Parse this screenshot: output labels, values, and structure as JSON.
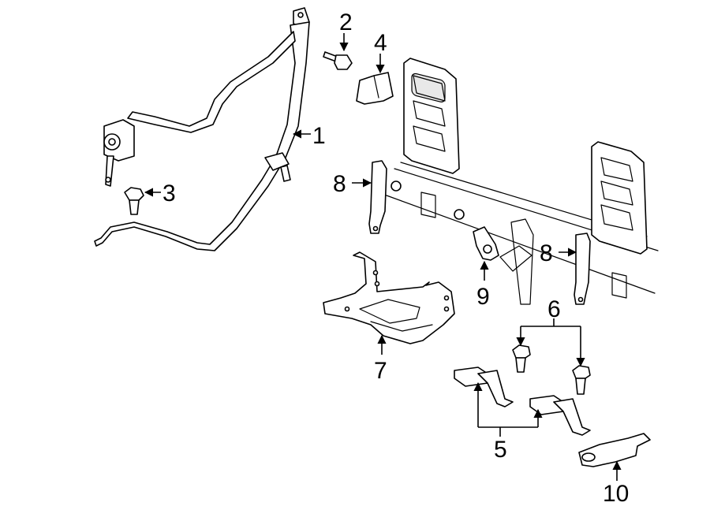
{
  "callouts": {
    "c1": "1",
    "c2": "2",
    "c3": "3",
    "c4": "4",
    "c5": "5",
    "c6": "6",
    "c7": "7",
    "c8a": "8",
    "c8b": "8",
    "c9": "9",
    "c10": "10"
  },
  "colors": {
    "line": "#000000",
    "background": "#ffffff"
  }
}
